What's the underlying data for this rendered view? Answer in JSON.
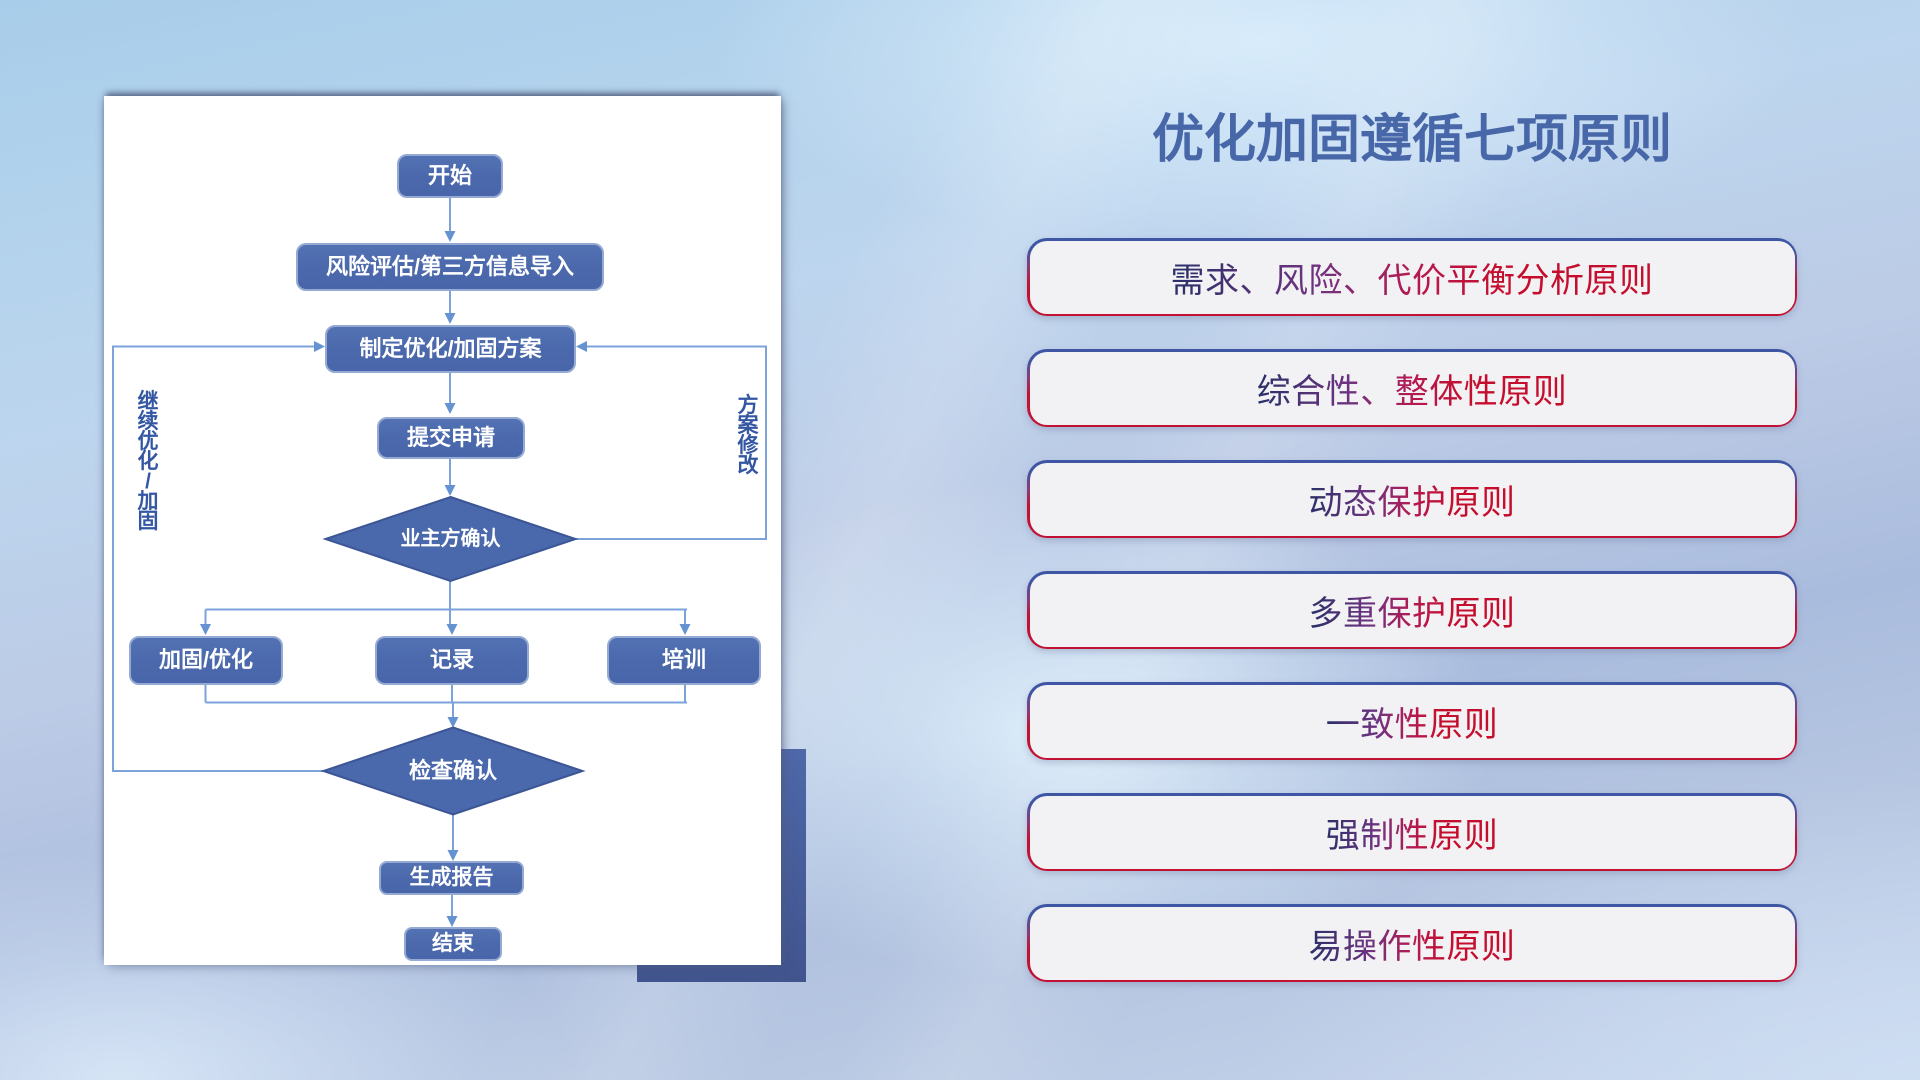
{
  "panel": {
    "title": "优化加固遵循七项原则"
  },
  "principles": [
    "需求、风险、代价平衡分析原则",
    "综合性、整体性原则",
    "动态保护原则",
    "多重保护原则",
    "一致性原则",
    "强制性原则",
    "易操作性原则"
  ],
  "flowchart": {
    "nodes": {
      "start": "开始",
      "risk_import": "风险评估/第三方信息导入",
      "make_plan": "制定优化/加固方案",
      "submit": "提交申请",
      "owner_confirm": "业主方确认",
      "harden_optimize": "加固/优化",
      "record": "记录",
      "train": "培训",
      "check_confirm": "检查确认",
      "report": "生成报告",
      "end": "结束"
    },
    "edge_labels": {
      "continue_loop": "继续优化/加固",
      "revise_plan": "方案修改"
    }
  },
  "colors": {
    "node_fill": "#4a68ab",
    "connector": "#7ba3da",
    "pill_border_top": "#3f57a5",
    "pill_border_bottom": "#c11233",
    "title_text": "#4767a8",
    "accent_rect": "#49629f"
  }
}
